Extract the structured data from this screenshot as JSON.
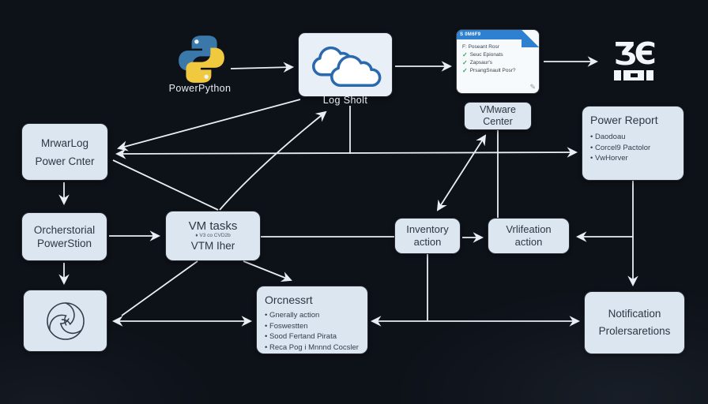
{
  "colors": {
    "background": "#0d1118",
    "node_fill": "#dce6f1",
    "line": "#e9eef4",
    "accent_blue": "#2f80d0",
    "check_green": "#3aa655",
    "python_blue": "#3b78aa",
    "python_yellow": "#f0c93f"
  },
  "nodes": {
    "python": {
      "label": "PowerPython"
    },
    "log_shot": {
      "label": "Log Sholt"
    },
    "checklist": {
      "header": "S 0M6F9",
      "line1": "F: Poseant Rosr",
      "items": [
        "Seuc Epionats",
        "Zapsaur's",
        "PrsangSnault Posr?"
      ],
      "pencil": "✎"
    },
    "brand": {
      "glyphs": "ƷЄ"
    },
    "vmware_center": {
      "line1": "VMware",
      "line2": "Center"
    },
    "power_report": {
      "title": "Power Report",
      "bullets": [
        "Daodoau",
        "Corcel9 Pactolor",
        "VwHorver"
      ]
    },
    "mrwar_log": {
      "line1": "MrwarLog",
      "line2": "Power Cnter"
    },
    "orchestorial": {
      "line1": "Orcherstorial",
      "line2": "PowerStion"
    },
    "vm_tasks": {
      "line1": "VM tasks",
      "line2": "♦ V3 co CVD2b",
      "line3": "VTM Iher"
    },
    "orcnessrt": {
      "title": "Orcnessrt",
      "bullets": [
        "Gnerally action",
        "Foswestten",
        "Sood Fertand Pirata",
        "Reca Pog i Mnnnd Cocsler"
      ]
    },
    "inventory": {
      "line1": "Inventory",
      "line2": "action"
    },
    "verification": {
      "line1": "Vrlifeation",
      "line2": "action"
    },
    "notification": {
      "line1": "Notification",
      "line2": "Prolersaretions"
    }
  },
  "checks": {
    "mark": "✓"
  }
}
